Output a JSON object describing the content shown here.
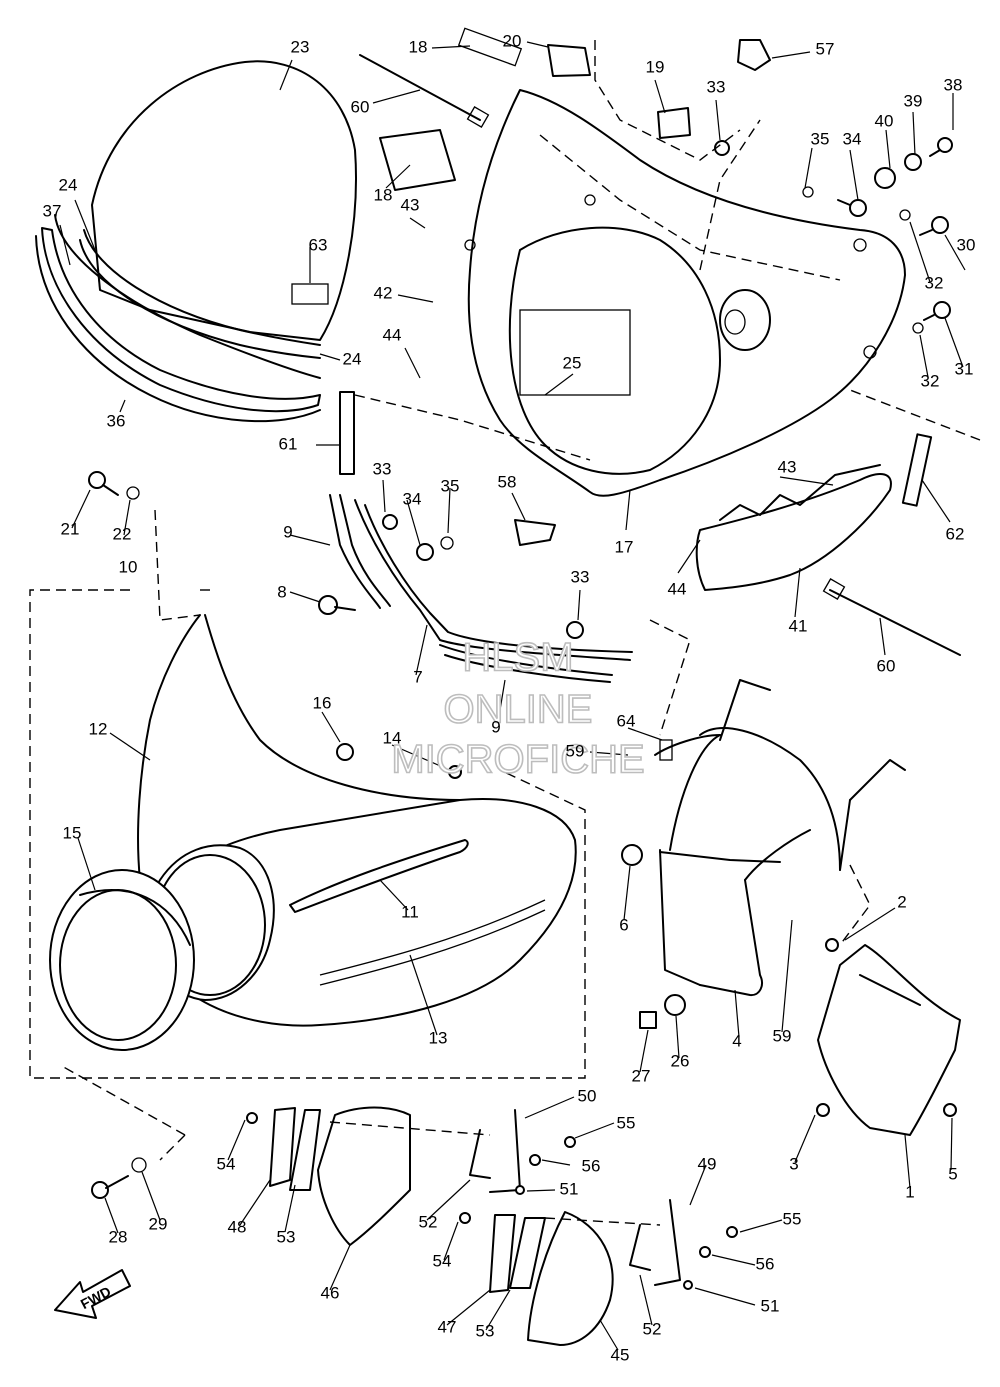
{
  "watermark": {
    "line1": "HLSM",
    "line2": "ONLINE",
    "line3": "MICROFICHE"
  },
  "direction_marker": "FWD",
  "callouts": [
    {
      "id": "c1",
      "text": "1"
    },
    {
      "id": "c2",
      "text": "2"
    },
    {
      "id": "c3",
      "text": "3"
    },
    {
      "id": "c4",
      "text": "4"
    },
    {
      "id": "c5",
      "text": "5"
    },
    {
      "id": "c6",
      "text": "6"
    },
    {
      "id": "c7",
      "text": "7"
    },
    {
      "id": "c8",
      "text": "8"
    },
    {
      "id": "c9a",
      "text": "9"
    },
    {
      "id": "c9b",
      "text": "9"
    },
    {
      "id": "c10",
      "text": "10"
    },
    {
      "id": "c11",
      "text": "11"
    },
    {
      "id": "c12",
      "text": "12"
    },
    {
      "id": "c13",
      "text": "13"
    },
    {
      "id": "c14",
      "text": "14"
    },
    {
      "id": "c15",
      "text": "15"
    },
    {
      "id": "c16",
      "text": "16"
    },
    {
      "id": "c17",
      "text": "17"
    },
    {
      "id": "c18a",
      "text": "18"
    },
    {
      "id": "c18b",
      "text": "18"
    },
    {
      "id": "c19",
      "text": "19"
    },
    {
      "id": "c20",
      "text": "20"
    },
    {
      "id": "c21",
      "text": "21"
    },
    {
      "id": "c22",
      "text": "22"
    },
    {
      "id": "c23",
      "text": "23"
    },
    {
      "id": "c24a",
      "text": "24"
    },
    {
      "id": "c24b",
      "text": "24"
    },
    {
      "id": "c25",
      "text": "25"
    },
    {
      "id": "c26",
      "text": "26"
    },
    {
      "id": "c27",
      "text": "27"
    },
    {
      "id": "c28",
      "text": "28"
    },
    {
      "id": "c29",
      "text": "29"
    },
    {
      "id": "c30",
      "text": "30"
    },
    {
      "id": "c31",
      "text": "31"
    },
    {
      "id": "c32a",
      "text": "32"
    },
    {
      "id": "c32b",
      "text": "32"
    },
    {
      "id": "c33a",
      "text": "33"
    },
    {
      "id": "c33b",
      "text": "33"
    },
    {
      "id": "c33c",
      "text": "33"
    },
    {
      "id": "c34a",
      "text": "34"
    },
    {
      "id": "c34b",
      "text": "34"
    },
    {
      "id": "c35a",
      "text": "35"
    },
    {
      "id": "c35b",
      "text": "35"
    },
    {
      "id": "c36",
      "text": "36"
    },
    {
      "id": "c37",
      "text": "37"
    },
    {
      "id": "c38",
      "text": "38"
    },
    {
      "id": "c39",
      "text": "39"
    },
    {
      "id": "c40",
      "text": "40"
    },
    {
      "id": "c41",
      "text": "41"
    },
    {
      "id": "c42",
      "text": "42"
    },
    {
      "id": "c43a",
      "text": "43"
    },
    {
      "id": "c43b",
      "text": "43"
    },
    {
      "id": "c44a",
      "text": "44"
    },
    {
      "id": "c44b",
      "text": "44"
    },
    {
      "id": "c45",
      "text": "45"
    },
    {
      "id": "c46",
      "text": "46"
    },
    {
      "id": "c47",
      "text": "47"
    },
    {
      "id": "c48",
      "text": "48"
    },
    {
      "id": "c49",
      "text": "49"
    },
    {
      "id": "c50",
      "text": "50"
    },
    {
      "id": "c51a",
      "text": "51"
    },
    {
      "id": "c51b",
      "text": "51"
    },
    {
      "id": "c52a",
      "text": "52"
    },
    {
      "id": "c52b",
      "text": "52"
    },
    {
      "id": "c53a",
      "text": "53"
    },
    {
      "id": "c53b",
      "text": "53"
    },
    {
      "id": "c54a",
      "text": "54"
    },
    {
      "id": "c54b",
      "text": "54"
    },
    {
      "id": "c55a",
      "text": "55"
    },
    {
      "id": "c55b",
      "text": "55"
    },
    {
      "id": "c56a",
      "text": "56"
    },
    {
      "id": "c56b",
      "text": "56"
    },
    {
      "id": "c57",
      "text": "57"
    },
    {
      "id": "c58",
      "text": "58"
    },
    {
      "id": "c59a",
      "text": "59"
    },
    {
      "id": "c59b",
      "text": "59"
    },
    {
      "id": "c60a",
      "text": "60"
    },
    {
      "id": "c60b",
      "text": "60"
    },
    {
      "id": "c61",
      "text": "61"
    },
    {
      "id": "c62",
      "text": "62"
    },
    {
      "id": "c63",
      "text": "63"
    },
    {
      "id": "c64",
      "text": "64"
    }
  ]
}
